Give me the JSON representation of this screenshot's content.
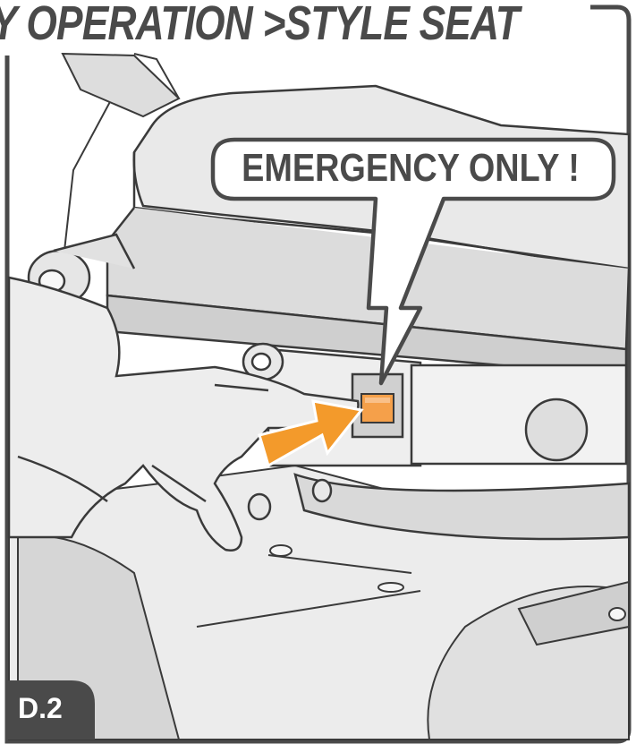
{
  "heading": "Y OPERATION >STYLE SEAT",
  "callout": "EMERGENCY ONLY !",
  "step_label": "D.2",
  "colors": {
    "frame": "#4a4a4a",
    "heading_text": "#4a4a4a",
    "accent_orange": "#f39a2b",
    "button_orange": "#f5a04a",
    "part_gray": "#dcdcdc",
    "panel_gray": "#eeeeee",
    "badge_bg": "#4a4a4a",
    "badge_text": "#ffffff"
  },
  "icons": {
    "arrow": "orange-arrow-icon",
    "button": "emergency-button-icon"
  }
}
